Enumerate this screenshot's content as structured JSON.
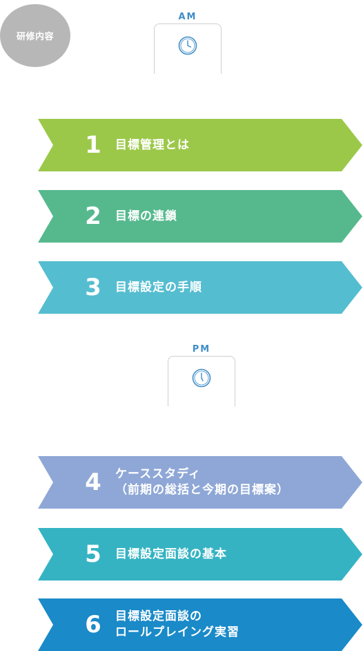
{
  "badge": {
    "label": "研修内容"
  },
  "periods": {
    "am": "AM",
    "pm": "PM"
  },
  "colors": {
    "badge": "#b7b7b7",
    "period_text": "#3f8dc7",
    "clock": "#3f8dc7",
    "session1": "#9cc84a",
    "session2": "#56b98e",
    "session3": "#55bdd0",
    "session4": "#8ea7d6",
    "session5": "#35b3c3",
    "session6": "#1a8ac8"
  },
  "icons": {
    "clock": "clock-icon"
  },
  "sessions": [
    {
      "number": "1",
      "lines": [
        "目標管理とは"
      ]
    },
    {
      "number": "2",
      "lines": [
        "目標の連鎖"
      ]
    },
    {
      "number": "3",
      "lines": [
        "目標設定の手順"
      ]
    },
    {
      "number": "4",
      "lines": [
        "ケーススタディ",
        "（前期の総括と今期の目標案）"
      ]
    },
    {
      "number": "5",
      "lines": [
        "目標設定面談の基本"
      ]
    },
    {
      "number": "6",
      "lines": [
        "目標設定面談の",
        "ロールプレイング実習"
      ]
    }
  ]
}
